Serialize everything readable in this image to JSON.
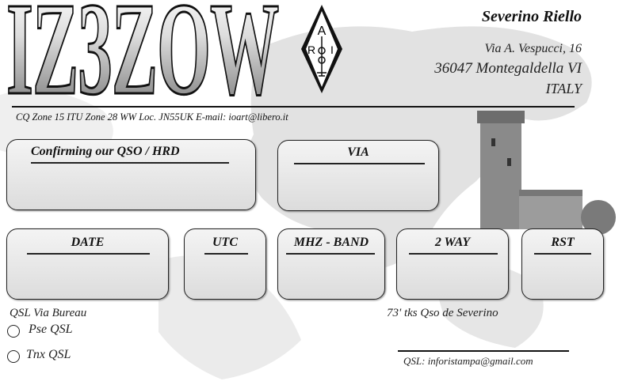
{
  "callsign": "IZ3ZOW",
  "logo": {
    "text": "ARI",
    "icon": "ari-diamond-logo"
  },
  "operator": {
    "name": "Severino Riello",
    "street": "Via A. Vespucci, 16",
    "city": "36047 Montegaldella VI",
    "country": "ITALY"
  },
  "info_line": "CQ Zone  15 ITU Zone  28   WW Loc. JN55UK  E-mail: ioart@libero.it",
  "boxes": {
    "confirming": "Confirming our QSO / HRD",
    "via": "VIA",
    "date": "DATE",
    "utc": "UTC",
    "band": "MHZ - BAND",
    "way": "2 WAY",
    "rst": "RST"
  },
  "qsl_via": "QSL Via Bureau",
  "options": [
    {
      "label": "Pse QSL"
    },
    {
      "label": "Tnx QSL"
    }
  ],
  "greeting": "73' tks Qso de Severino",
  "printer": "QSL: inforistampa@gmail.com"
}
